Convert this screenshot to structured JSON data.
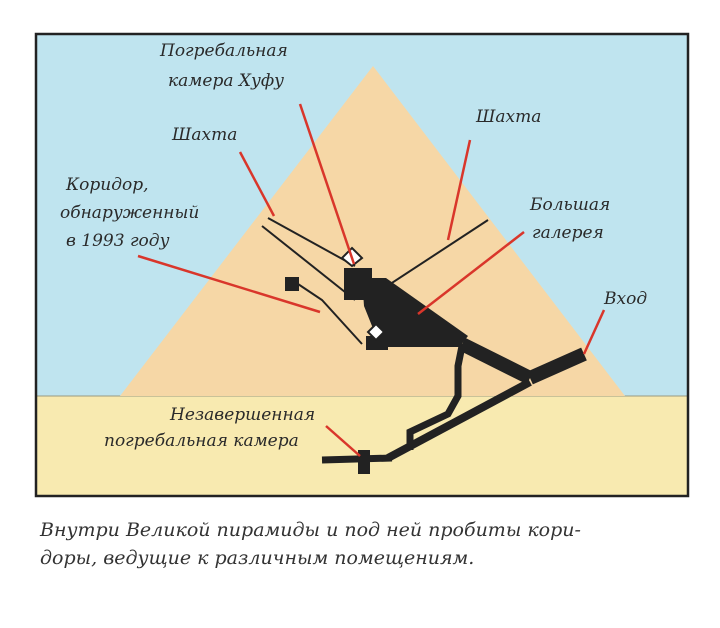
{
  "colors": {
    "sky": "#bfe4ef",
    "ground": "#f8eab0",
    "pyramid": "#f6d7a6",
    "frame": "#222222",
    "passage": "#222222",
    "leader": "#d9362b"
  },
  "labels": {
    "burial_chamber_khufu": [
      "Погребальная",
      "камера Хуфу"
    ],
    "shaft_left": "Шахта",
    "shaft_right": "Шахта",
    "corridor_1993": [
      "Коридор,",
      "обнаруженный",
      "в 1993 году"
    ],
    "grand_gallery": [
      "Большая",
      "галерея"
    ],
    "entrance": "Вход",
    "unfinished_chamber": [
      "Незавершенная",
      "погребальная камера"
    ]
  },
  "caption": [
    "Внутри Великой пирамиды и под ней пробиты кори-",
    "доры, ведущие к различным помещениям."
  ]
}
